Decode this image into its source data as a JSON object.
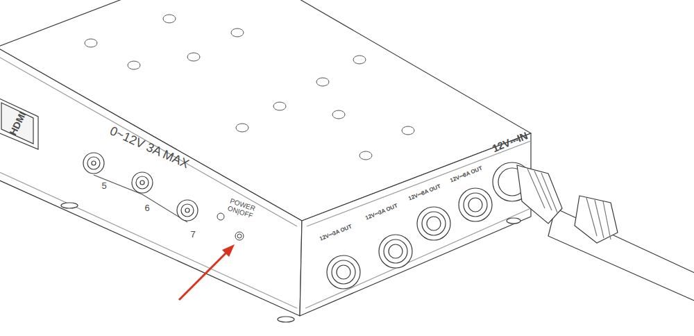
{
  "diagram": {
    "labels": [
      "HDMI",
      "0~12V 3A MAX",
      "5",
      "6",
      "7",
      "POWER ON|OFF",
      "12V⎓3A OUT",
      "12V⎓3A OUT",
      "12V⎓8A OUT",
      "12V⎓8A OUT",
      "12V⎓IN"
    ]
  }
}
